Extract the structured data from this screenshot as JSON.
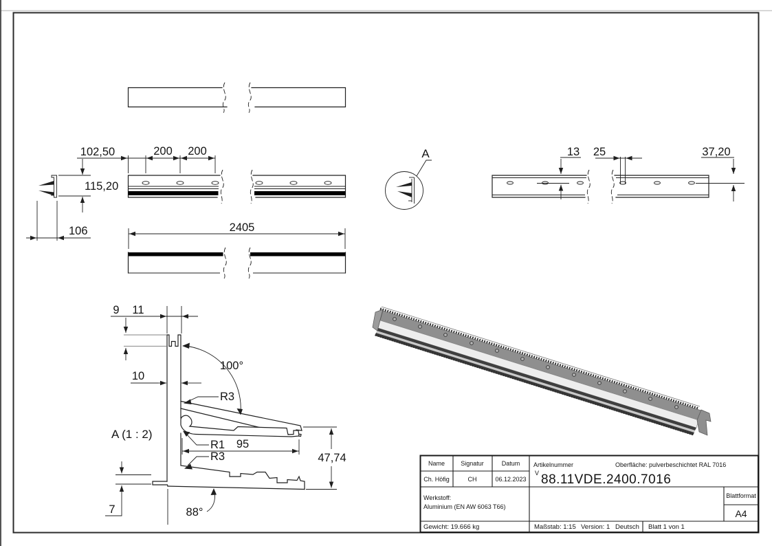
{
  "title_block": {
    "name_label": "Name",
    "signatur_label": "Signatur",
    "datum_label": "Datum",
    "name_value": "Ch. Höfig",
    "signatur_value": "CH",
    "datum_value": "06.12.2023",
    "artikelnummer_label": "Artikelnummer",
    "artikelnummer_prefix": "V",
    "artikelnummer_value": "88.11VDE.2400.7016",
    "oberflaeche": "Oberfläche:  pulverbeschichtet RAL 7016",
    "werkstoff_label": "Werkstoff:",
    "werkstoff_value": "Aluminium (EN AW 6063 T66)",
    "blattformat_label": "Blattformat",
    "blattformat_value": "A4",
    "gewicht": "Gewicht: 19.666 kg",
    "massstab": "Maßstab: 1:15",
    "version": "Version: 1",
    "sprache": "Deutsch",
    "blatt": "Blatt 1 von 1"
  },
  "dimensions": {
    "front": {
      "offset": "102,50",
      "pitch1": "200",
      "pitch2": "200"
    },
    "side": {
      "height": "115,20",
      "depth": "106"
    },
    "length": {
      "total": "2405"
    },
    "back": {
      "lip": "13",
      "slot": "25",
      "edge": "37,20"
    },
    "detail": {
      "marker": "A",
      "title": "A (1 : 2)",
      "slot_depth": "9",
      "top_width": "11",
      "wall": "10",
      "angle_top": "100°",
      "radius_top": "R3",
      "radius_mid": "R1",
      "arm_length": "95",
      "radius_bot": "R3",
      "height": "47,74",
      "foot": "7",
      "angle_bottom": "88°"
    }
  }
}
